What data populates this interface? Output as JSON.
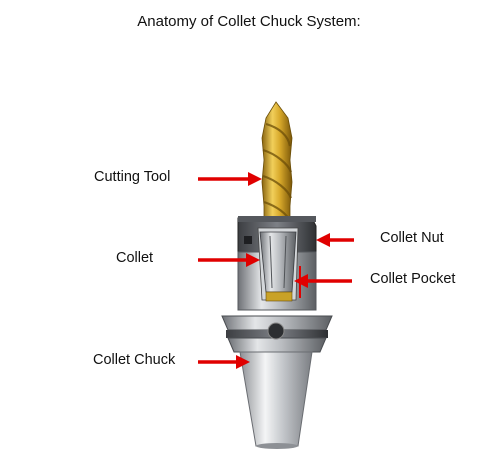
{
  "title": "Anatomy of Collet Chuck System:",
  "labels": {
    "cutting_tool": "Cutting Tool",
    "collet": "Collet",
    "collet_chuck": "Collet Chuck",
    "collet_nut": "Collet Nut",
    "collet_pocket": "Collet Pocket"
  },
  "colors": {
    "arrow": "#e00000",
    "drill_gold": "#d7a82a",
    "steel": "#a9acb0"
  }
}
